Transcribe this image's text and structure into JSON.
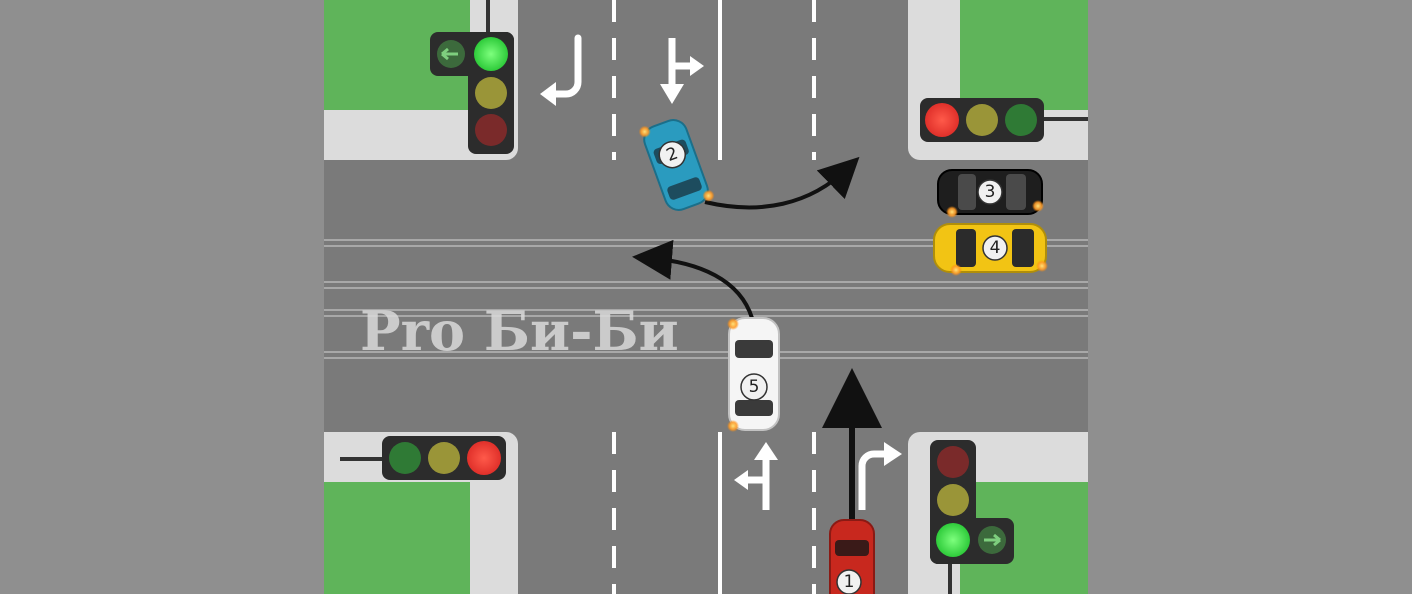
{
  "watermark": "Pro Би-Би",
  "cars": [
    {
      "id": "car-1",
      "number": "1",
      "color": "#c8281e"
    },
    {
      "id": "car-2",
      "number": "2",
      "color": "#2a9bbf"
    },
    {
      "id": "car-3",
      "number": "3",
      "color": "#1e1e1e"
    },
    {
      "id": "car-4",
      "number": "4",
      "color": "#f2c414"
    },
    {
      "id": "car-5",
      "number": "5",
      "color": "#f5f5f5"
    }
  ],
  "traffic_lights": [
    {
      "id": "traffic-light-top-left",
      "lit": "green",
      "extra_section": "left-arrow-green"
    },
    {
      "id": "traffic-light-top-right",
      "lit": "red"
    },
    {
      "id": "traffic-light-bottom-left",
      "lit": "red"
    },
    {
      "id": "traffic-light-bottom-right",
      "lit": "green",
      "extra_section": "right-arrow"
    }
  ],
  "colors": {
    "road": "#7a7a7a",
    "grass": "#5fb45a",
    "sidewalk": "#dcdcdc",
    "lamp_red": "#e83a3a",
    "lamp_yellow": "#d8c440",
    "lamp_green": "#3fd84a"
  }
}
